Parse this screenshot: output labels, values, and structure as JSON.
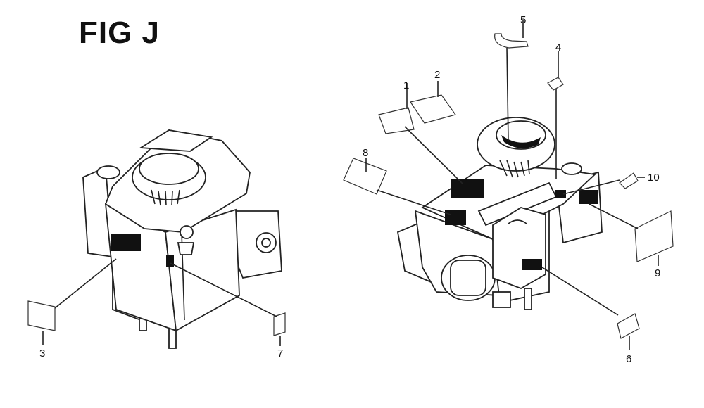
{
  "figure": {
    "title": "FIG J"
  },
  "callouts": {
    "c1": "1",
    "c2": "2",
    "c3": "3",
    "c4": "4",
    "c5": "5",
    "c6": "6",
    "c7": "7",
    "c8": "8",
    "c9": "9",
    "c10": "10"
  },
  "colors": {
    "ink": "#222222",
    "paper": "#ffffff"
  }
}
